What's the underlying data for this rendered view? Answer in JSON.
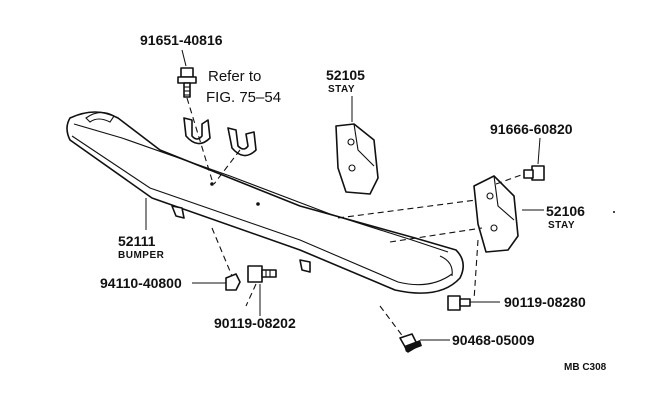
{
  "labels": {
    "p91651": "91651-40816",
    "refer_line1": "Refer to",
    "refer_line2": "FIG. 75–54",
    "p52105": "52105",
    "p52105_name": "STAY",
    "p91666": "91666-60820",
    "p52106": "52106",
    "p52106_name": "STAY",
    "p52111": "52111",
    "p52111_name": "BUMPER",
    "p94110": "94110-40800",
    "p90119a": "90119-08202",
    "p90119b": "90119-08280",
    "p90468": "90468-05009",
    "code": "MB C308"
  }
}
